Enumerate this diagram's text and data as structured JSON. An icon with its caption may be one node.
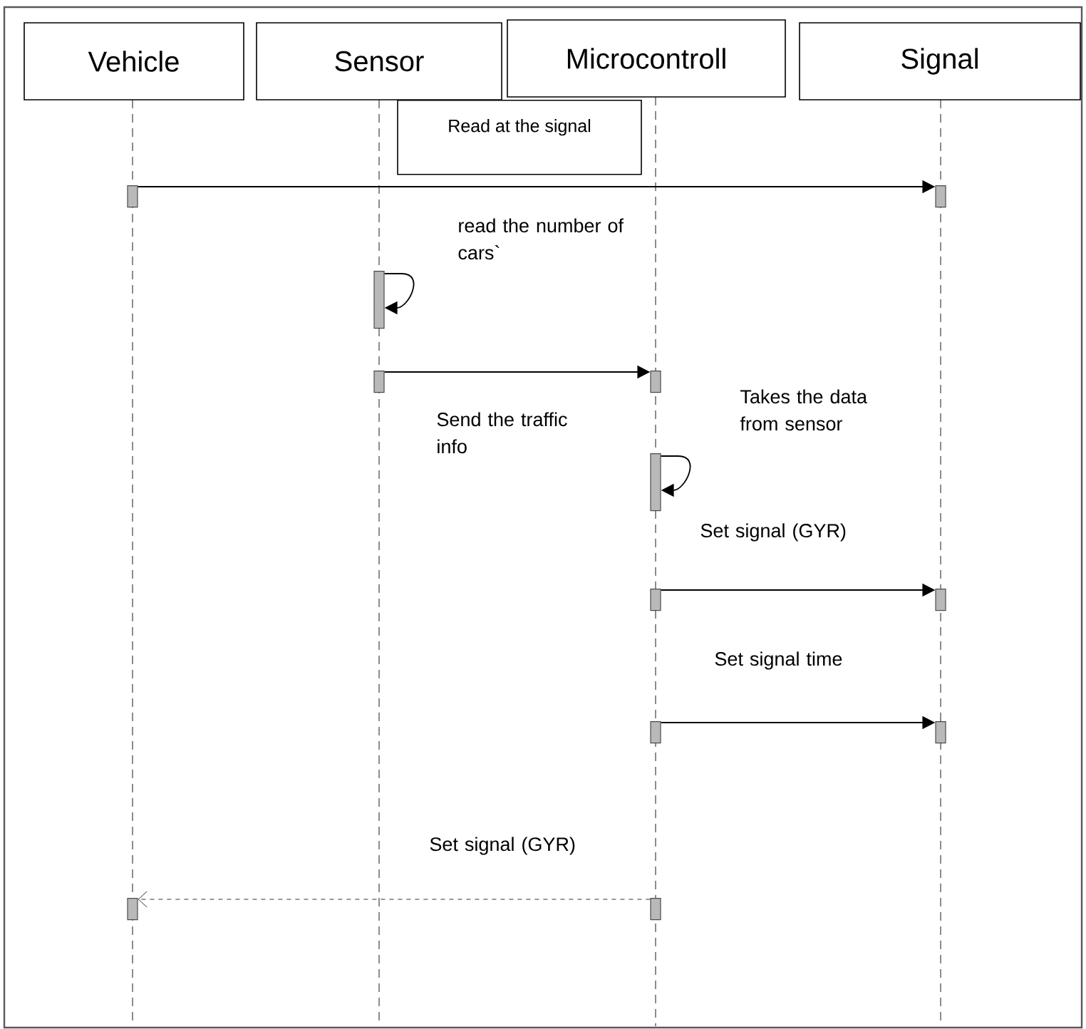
{
  "diagram": {
    "nodes": [
      {
        "text": [
          "Vehicle"
        ]
      },
      {
        "text": [
          "Sensor"
        ]
      },
      {
        "text": [
          "Microcontroll"
        ]
      },
      {
        "text": [
          "Signal"
        ]
      },
      {
        "text": [
          "Read at the signal"
        ]
      },
      {
        "text": [],
        "shape": "bar"
      },
      {
        "text": [],
        "shape": "bar"
      },
      {
        "text": [],
        "shape": "bar"
      },
      {
        "text": [],
        "shape": "bar"
      },
      {
        "text": [],
        "shape": "bar"
      },
      {
        "text": [],
        "shape": "bar"
      },
      {
        "text": [],
        "shape": "bar"
      },
      {
        "text": [],
        "shape": "bar"
      },
      {
        "text": [],
        "shape": "bar"
      },
      {
        "text": [],
        "shape": "bar"
      },
      {
        "text": [],
        "shape": "bar"
      },
      {
        "text": [],
        "shape": "bar"
      }
    ],
    "edges": [
      {
        "from": 5,
        "to": 6,
        "arrow": "to"
      },
      {
        "from": 7,
        "to": 7,
        "arrow": "to",
        "label": "read the number of cars`"
      },
      {
        "from": 8,
        "to": 9,
        "arrow": "to",
        "label": "Send the traffic info"
      },
      {
        "from": 10,
        "to": 10,
        "arrow": "to",
        "label": "Takes the data from sensor"
      },
      {
        "from": 11,
        "to": 12,
        "arrow": "to",
        "label": "Set signal (GYR)"
      },
      {
        "from": 13,
        "to": 14,
        "arrow": "to",
        "label": "Set signal time"
      },
      {
        "from": 15,
        "to": 16,
        "arrow": "to",
        "style": "dashed",
        "label": "Set signal (GYR)"
      }
    ]
  }
}
